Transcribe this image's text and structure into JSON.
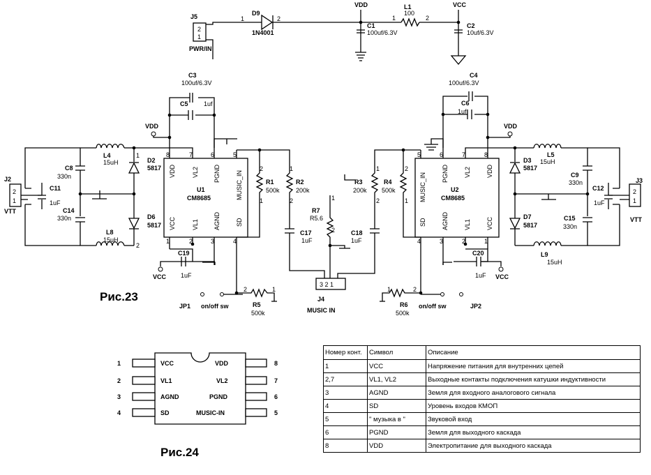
{
  "figures": {
    "fig23": "Рис.23",
    "fig24": "Рис.24"
  },
  "power": {
    "j5": "J5",
    "j5_name": "PWR/IN",
    "d9": "D9",
    "d9_val": "1N4001",
    "c1": "C1",
    "c1_val": "100uf/6.3V",
    "l1": "L1",
    "l1_val": "100",
    "c2": "C2",
    "c2_val": "10uf/6.3V",
    "vdd": "VDD",
    "vcc": "VCC",
    "pin1": "1",
    "pin2": "2"
  },
  "left_amp": {
    "u1": "U1",
    "u1_part": "CM8685",
    "pins": [
      "VDD",
      "VL2",
      "PGND",
      "MUSIC_IN",
      "VCC",
      "VL1",
      "AGND",
      "SD"
    ],
    "c3": "C3",
    "c3_val": "100uf/6.3V",
    "c5": "C5",
    "c5_val": "1uf",
    "vdd": "VDD",
    "vcc": "VCC",
    "l4": "L4",
    "l4_val": "15uH",
    "l8": "L8",
    "l8_val": "15uH",
    "d2": "D2",
    "d2_val": "5817",
    "d6": "D6",
    "d6_val": "5817",
    "c8": "C8",
    "c8_val": "330n",
    "c14": "C14",
    "c14_val": "330n",
    "c11": "C11",
    "c11_val": "1uF",
    "j2": "J2",
    "j2_name": "VTT",
    "r1": "R1",
    "r1_val": "500k",
    "r2": "R2",
    "r2_val": "200k",
    "c17": "C17",
    "c17_val": "1uF",
    "c19": "C19",
    "c19_val": "1uF",
    "jp1": "JP1",
    "sw": "on/off sw",
    "r5": "R5",
    "r5_val": "500k"
  },
  "center": {
    "r7": "R7",
    "r7_val": "R5.6",
    "j4": "J4",
    "j4_name": "MUSIC IN",
    "j4_pins": "3 2 1"
  },
  "right_amp": {
    "u2": "U2",
    "u2_part": "CM8685",
    "pins": [
      "MUSIC_IN",
      "PGND",
      "VL2",
      "VDD",
      "SD",
      "AGND",
      "VL1",
      "VCC"
    ],
    "c4": "C4",
    "c4_val": "100uf/6.3V",
    "c6": "C6",
    "c6_val": "1uf",
    "vdd": "VDD",
    "vcc": "VCC",
    "l5": "L5",
    "l5_val": "15uH",
    "l9": "L9",
    "l9_val": "15uH",
    "d3": "D3",
    "d3_val": "5817",
    "d7": "D7",
    "d7_val": "5817",
    "c9": "C9",
    "c9_val": "330n",
    "c15": "C15",
    "c15_val": "330n",
    "c12": "C12",
    "c12_val": "1uF",
    "j3": "J3",
    "j3_name": "VTT",
    "r3": "R3",
    "r3_val": "200k",
    "r4": "R4",
    "r4_val": "500k",
    "c18": "C18",
    "c18_val": "1uF",
    "c20": "C20",
    "c20_val": "1uF",
    "jp2": "JP2",
    "sw": "on/off sw",
    "r6": "R6",
    "r6_val": "500k"
  },
  "pinout": {
    "left": [
      {
        "num": "1",
        "name": "VCC"
      },
      {
        "num": "2",
        "name": "VL1"
      },
      {
        "num": "3",
        "name": "AGND"
      },
      {
        "num": "4",
        "name": "SD"
      }
    ],
    "right": [
      {
        "num": "8",
        "name": "VDD"
      },
      {
        "num": "7",
        "name": "VL2"
      },
      {
        "num": "6",
        "name": "PGND"
      },
      {
        "num": "5",
        "name": "MUSIC-IN"
      }
    ]
  },
  "table": {
    "headers": [
      "Номер конт.",
      "Символ",
      "Описание"
    ],
    "rows": [
      [
        "1",
        "VCC",
        "Напряжение питания для внутренних цепей"
      ],
      [
        "2,7",
        "VL1, VL2",
        "Выходные контакты подключения катушки индуктивности"
      ],
      [
        "3",
        "AGND",
        "Земля для входного аналогового сигнала"
      ],
      [
        "4",
        "SD",
        "Уровень входов КМОП"
      ],
      [
        "5",
        "\" музыка в \"",
        "Звуковой вход"
      ],
      [
        "6",
        "PGND",
        "Земля для выходного каскада"
      ],
      [
        "8",
        "VDD",
        "Электропитание для выходного каскада"
      ]
    ]
  }
}
